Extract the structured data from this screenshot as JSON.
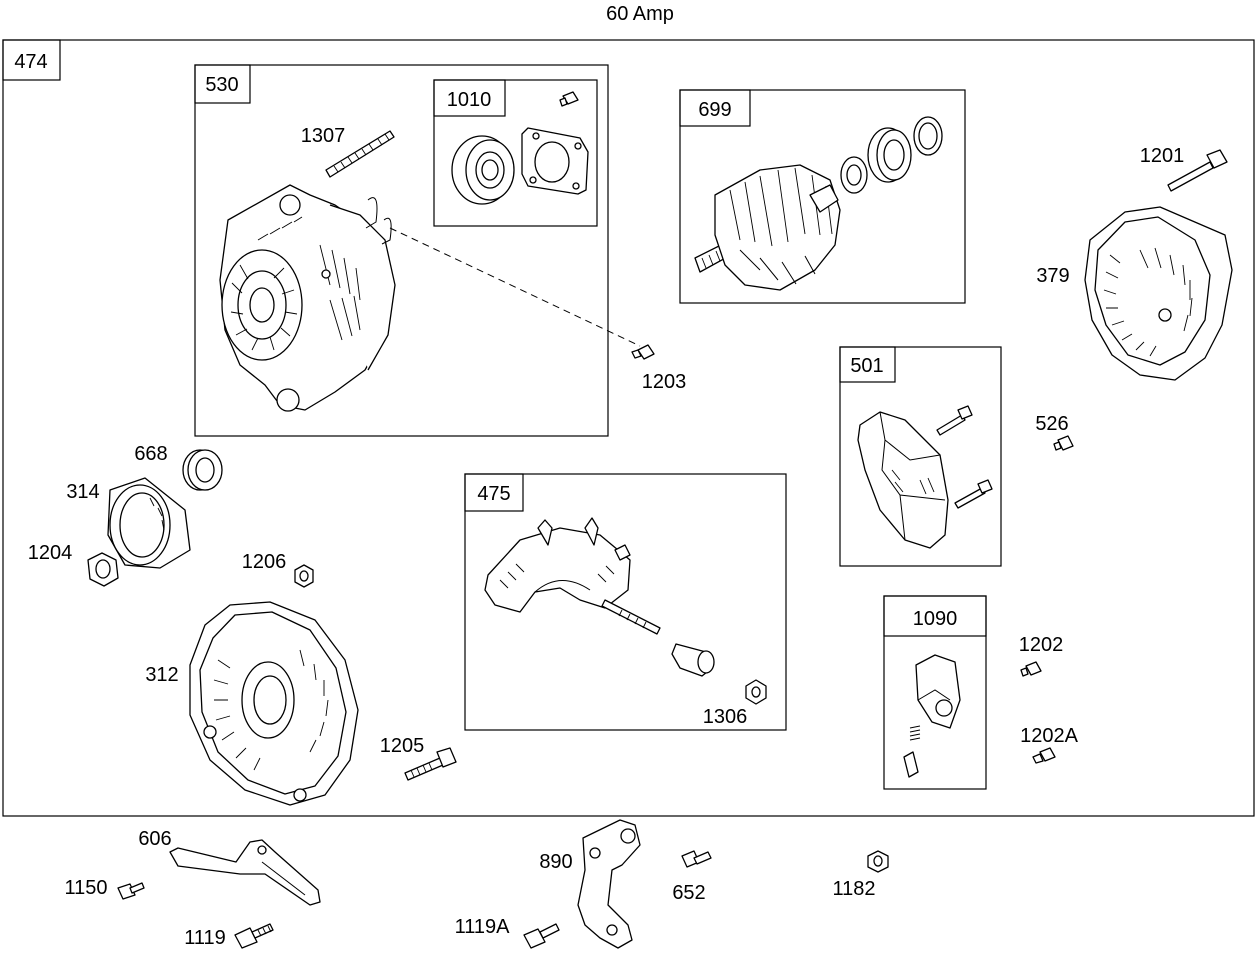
{
  "title": "60 Amp",
  "labels": {
    "l474": "474",
    "l530": "530",
    "l1010": "1010",
    "l699": "699",
    "l501": "501",
    "l475": "475",
    "l1090": "1090",
    "l1307": "1307",
    "l1203": "1203",
    "l1201": "1201",
    "l379": "379",
    "l526": "526",
    "l668": "668",
    "l314": "314",
    "l1204": "1204",
    "l1206": "1206",
    "l312": "312",
    "l1205": "1205",
    "l1306": "1306",
    "l1202": "1202",
    "l1202A": "1202A",
    "l606": "606",
    "l1150": "1150",
    "l1119": "1119",
    "l890": "890",
    "l1119A": "1119A",
    "l652": "652",
    "l1182": "1182"
  },
  "icons": {
    "alternator": "alternator-icon",
    "bearing": "bearing-icon",
    "rotor": "rotor-icon",
    "cover": "rear-cover-icon",
    "brush_holder": "brush-holder-icon",
    "rectifier": "rectifier-icon",
    "pulley": "pulley-icon",
    "front_housing": "front-housing-icon",
    "bracket": "bracket-icon",
    "bolt": "bolt-icon",
    "nut": "nut-icon"
  }
}
